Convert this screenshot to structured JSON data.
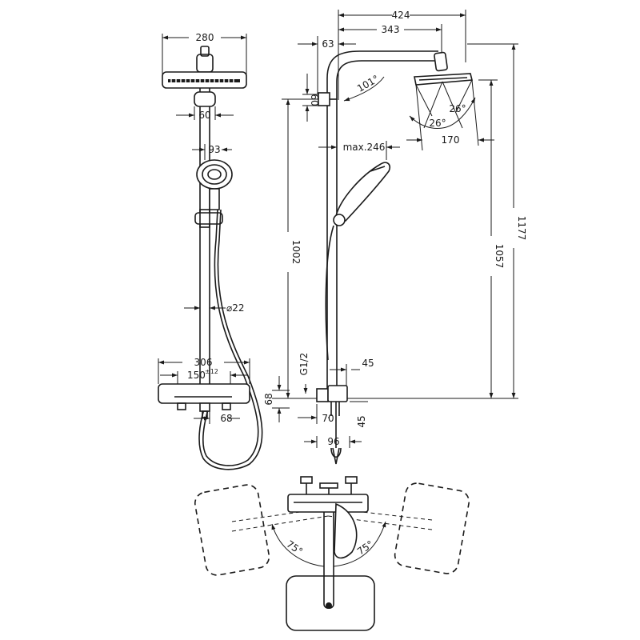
{
  "dimensions": {
    "head_width": "280",
    "arm_mount": "60",
    "hand_shower_width": "93",
    "rail_diameter": "⌀22",
    "thermostat_width": "306",
    "inlet_centers": "150",
    "inlet_tolerance": "±12",
    "outlet_offset_front": "68",
    "overall_projection": "424",
    "arm_projection": "343",
    "wall_offset": "63",
    "bracket_height": "60",
    "arm_angle": "101°",
    "tilt_left": "26°",
    "tilt_right": "26°",
    "head_side_width": "170",
    "hand_max_reach": "max.246",
    "rail_height": "1002",
    "head_height": "1057",
    "overall_height": "1177",
    "thread": "G1/2",
    "thermostat_depth_top": "45",
    "inlet_height": "68",
    "body_depth": "70",
    "outlet_depth": "45",
    "spout_depth": "96",
    "swivel_left": "75°",
    "swivel_right": "75°"
  }
}
